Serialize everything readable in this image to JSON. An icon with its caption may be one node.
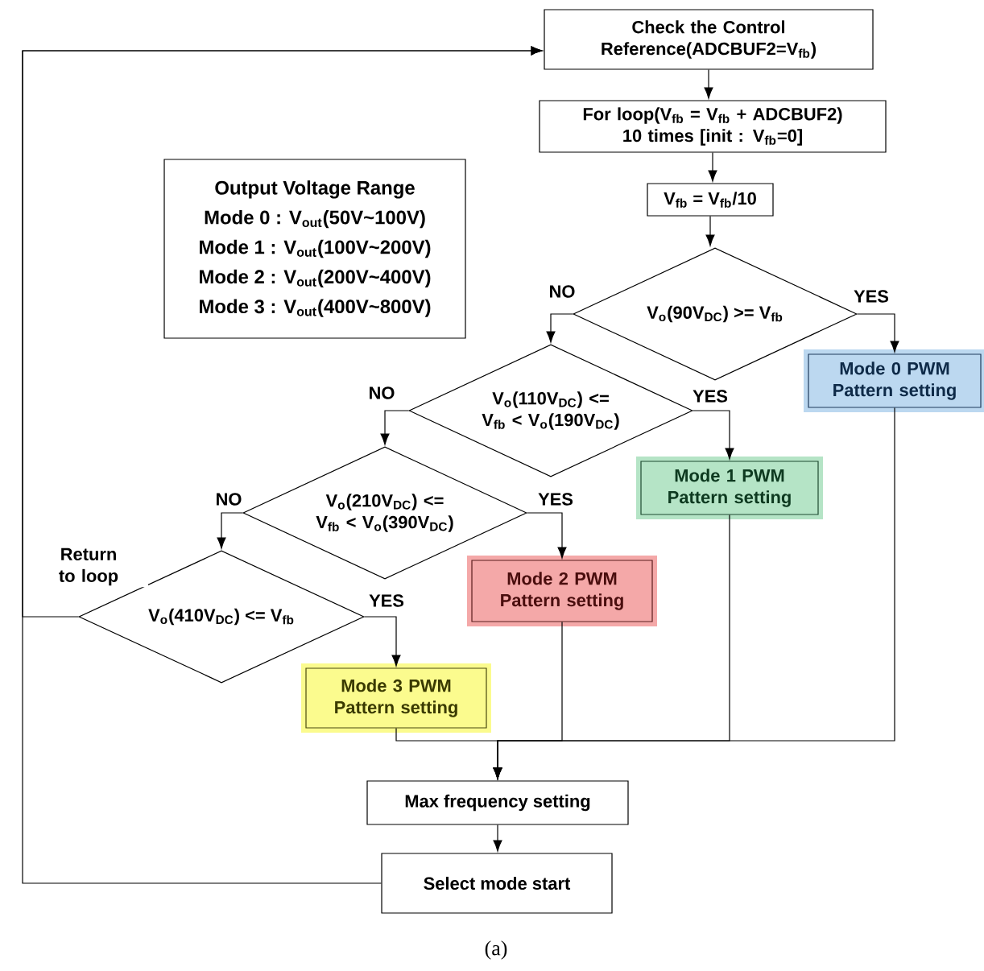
{
  "diagram": {
    "caption": "(a)",
    "nodes": [
      {
        "text": [
          "Check the Control Reference(ADCBUF2=V$_{fb}$)"
        ]
      },
      {
        "text": [
          "For loop(V$_{fb}$ = V$_{fb}$ + ADCBUF2) 10 times [init : V$_{fb}$=0]"
        ]
      },
      {
        "text": [
          "V$_{fb}$ = V$_{fb}$/10"
        ]
      },
      {
        "text": [
          "Output Voltage Range",
          "Mode 0 : V$_{out}$(50V~100V)",
          "Mode 1 : V$_{out}$(100V~200V)",
          "Mode 2 : V$_{out}$(200V~400V)",
          "Mode 3 : V$_{out}$(400V~800V)"
        ]
      },
      {
        "text": [
          "V$_{o}$(90V$_{DC}$) >= V$_{fb}$"
        ]
      },
      {
        "text": [
          "Mode 0 PWM Pattern setting"
        ]
      },
      {
        "text": [
          "V$_{o}$(110V$_{DC}$) <= V$_{fb}$ < V$_{o}$(190V$_{DC}$)"
        ]
      },
      {
        "text": [
          "Mode 1 PWM Pattern setting"
        ]
      },
      {
        "text": [
          "V$_{o}$(210V$_{DC}$) <= V$_{fb}$ < V$_{o}$(390V$_{DC}$)"
        ]
      },
      {
        "text": [
          "Mode 2 PWM Pattern setting"
        ]
      },
      {
        "text": [
          "V$_{o}$(410V$_{DC}$) <= V$_{fb}$"
        ]
      },
      {
        "text": [
          "Mode 3 PWM Pattern setting"
        ]
      },
      {
        "text": [
          "Max frequency setting"
        ]
      },
      {
        "text": [
          "Select mode start"
        ]
      }
    ],
    "edges": [
      {
        "from": 0,
        "to": 1,
        "arrow": "to"
      },
      {
        "from": 1,
        "to": 2,
        "arrow": "to"
      },
      {
        "from": 2,
        "to": 4,
        "arrow": "to"
      },
      {
        "from": 4,
        "to": 6,
        "arrow": "to",
        "label": "NO"
      },
      {
        "from": 4,
        "to": 5,
        "arrow": "to",
        "label": "YES"
      },
      {
        "from": 6,
        "to": 8,
        "arrow": "to",
        "label": "NO"
      },
      {
        "from": 6,
        "to": 7,
        "arrow": "to",
        "label": "YES"
      },
      {
        "from": 8,
        "to": 10,
        "arrow": "to",
        "label": "NO"
      },
      {
        "from": 8,
        "to": 9,
        "arrow": "to",
        "label": "YES"
      },
      {
        "from": 10,
        "to": 11,
        "arrow": "to",
        "label": "YES"
      },
      {
        "from": 10,
        "to": 0,
        "arrow": "to",
        "label": "Return to loop"
      },
      {
        "from": 5,
        "to": 12,
        "arrow": "to"
      },
      {
        "from": 7,
        "to": 12,
        "arrow": "to"
      },
      {
        "from": 9,
        "to": 12,
        "arrow": "to"
      },
      {
        "from": 11,
        "to": 12,
        "arrow": "to"
      },
      {
        "from": 12,
        "to": 13,
        "arrow": "to"
      },
      {
        "from": 13,
        "to": 0,
        "arrow": "to"
      }
    ]
  }
}
